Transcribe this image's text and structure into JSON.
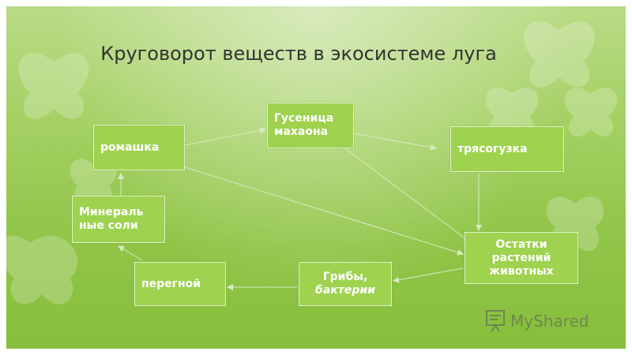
{
  "slide": {
    "title": "Круговорот веществ в экосистеме луга",
    "nodes": {
      "romashka": "ромашка",
      "caterpillar_line1": "Гусеница",
      "caterpillar_line2": "махаона",
      "wagtail": "трясогузка",
      "minerals_line1": "Минераль",
      "minerals_line2": "ные соли",
      "remains_line1": "Остатки",
      "remains_line2": "растений",
      "remains_line3": "животных",
      "fungi_line1": "Грибы,",
      "fungi_line2": "бактерии",
      "humus": "перегной"
    }
  },
  "watermark": {
    "text": "MyShared",
    "icon": "presentation-board-icon"
  },
  "colors": {
    "background_top": "#b9db86",
    "background_bottom": "#86bf3c",
    "box_fill": "#9ed24f",
    "box_border": "#e2f2cc",
    "title_text": "#333333"
  }
}
